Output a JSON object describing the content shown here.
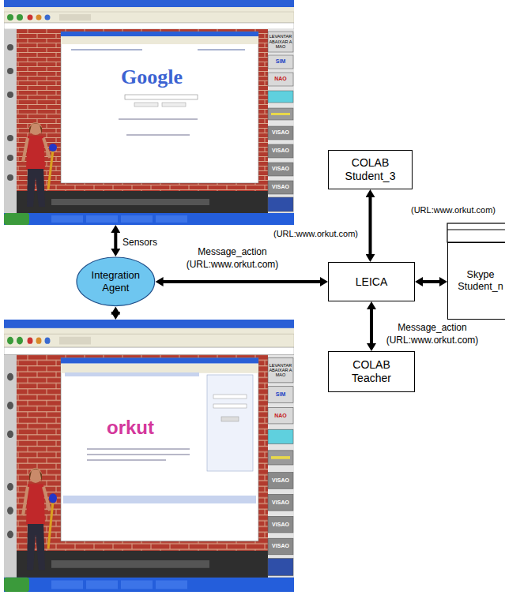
{
  "diagram": {
    "nodes": [
      {
        "text": [
          "Google"
        ]
      },
      {
        "text": [
          "COLAB Student_3"
        ]
      },
      {
        "text": [
          "Skype Student_n"
        ]
      },
      {
        "text": [
          "Integration Agent"
        ]
      },
      {
        "text": [
          "LEICA"
        ]
      },
      {
        "text": [
          "COLAB Teacher"
        ]
      },
      {
        "text": [
          "orkut"
        ]
      }
    ],
    "edges": [
      {
        "from": 3,
        "to": 0,
        "arrow": "both",
        "label": "Sensors"
      },
      {
        "from": 3,
        "to": 6,
        "arrow": "both"
      },
      {
        "from": 3,
        "to": 4,
        "arrow": "both",
        "label": "Message_action (URL:www.orkut.com)"
      },
      {
        "from": 1,
        "to": 4,
        "arrow": "both",
        "label": "(URL:www.orkut.com)"
      },
      {
        "from": 4,
        "to": 2,
        "arrow": "both",
        "label": "(URL:www.orkut.com)"
      },
      {
        "from": 5,
        "to": 4,
        "arrow": "both",
        "label": "Message_action (URL:www.orkut.com)"
      }
    ],
    "labels": [
      "LEVANTAR ABAIXAR A MAO",
      "SIM",
      "NAO",
      "VISAO",
      "VISAO",
      "VISAO",
      "VISAO",
      "LEVANTAR ABAIXAR A MAO",
      "SIM",
      "NAO",
      "VISAO",
      "VISAO",
      "VISAO",
      "VISAO"
    ]
  }
}
